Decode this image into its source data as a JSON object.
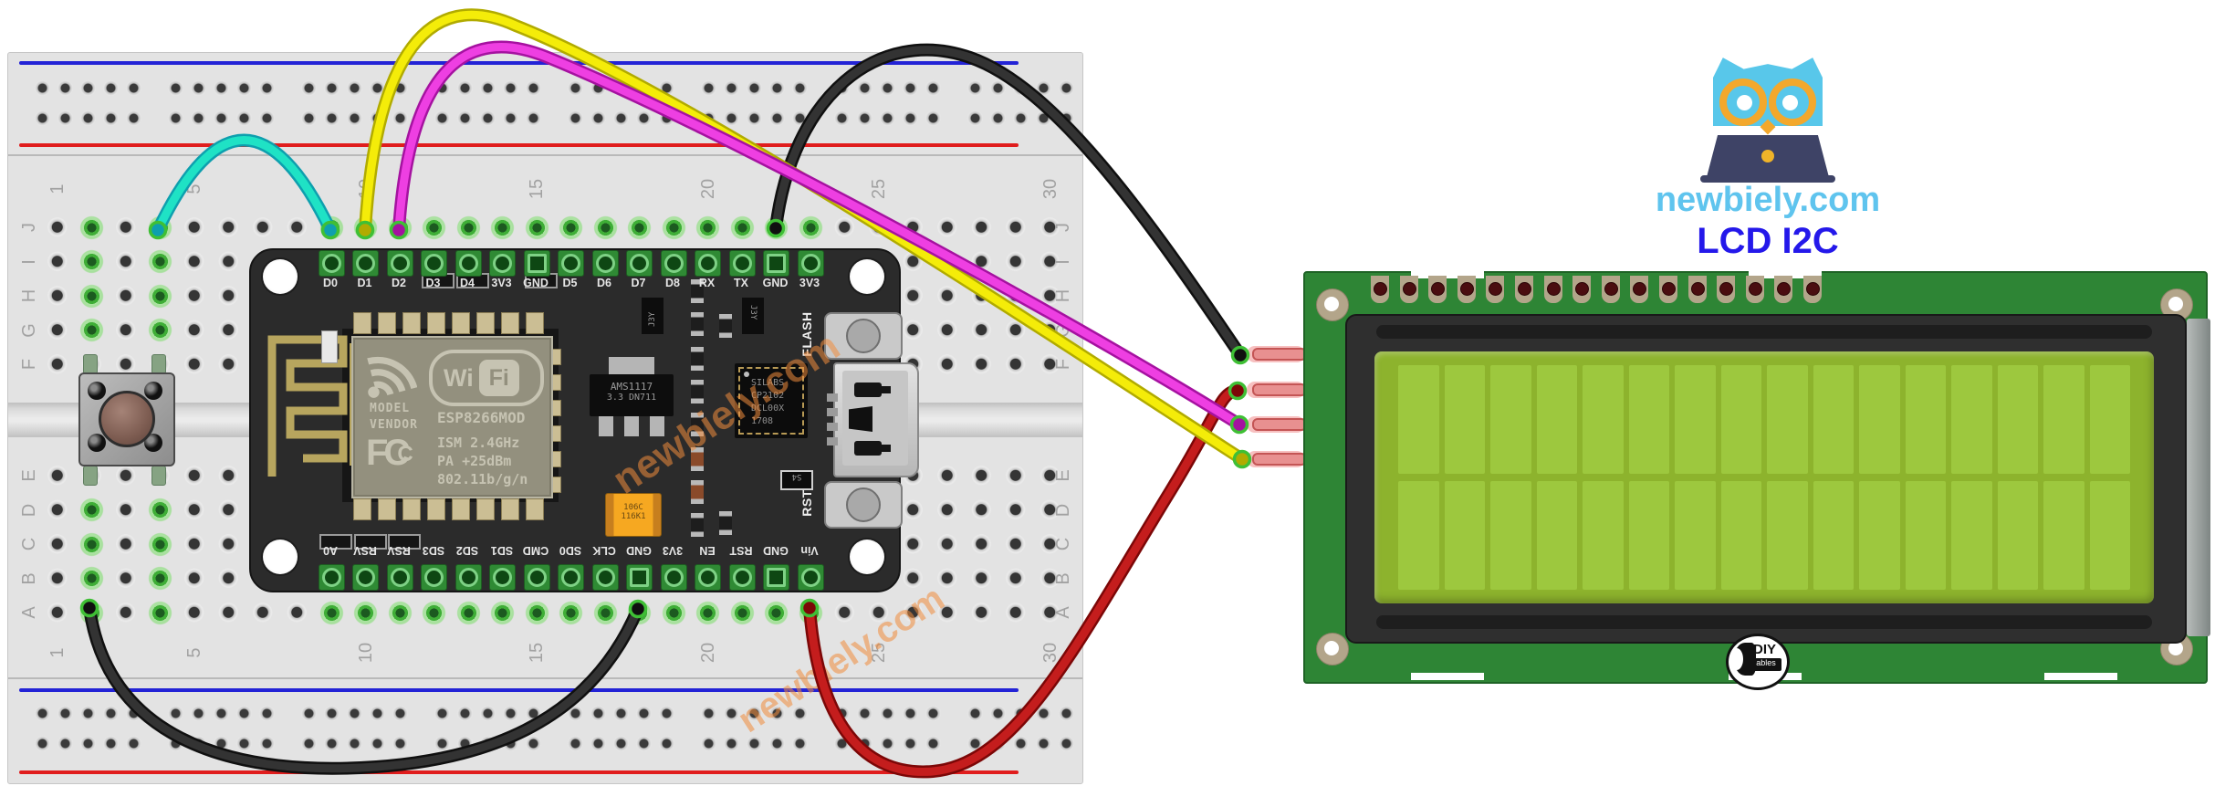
{
  "branding": {
    "site": "newbiely.com",
    "label": "LCD I2C"
  },
  "watermark": {
    "text": "newbiely.com"
  },
  "breadboard": {
    "column_labels": [
      "1",
      "5",
      "10",
      "15",
      "20",
      "25",
      "30"
    ],
    "row_labels_top": [
      "J",
      "I",
      "H",
      "G",
      "F"
    ],
    "row_labels_bottom": [
      "E",
      "D",
      "C",
      "B",
      "A"
    ]
  },
  "nodemcu": {
    "top_pin_labels": [
      "D0",
      "D1",
      "D2",
      "D3",
      "D4",
      "3V3",
      "GND",
      "D5",
      "D6",
      "D7",
      "D8",
      "RX",
      "TX",
      "GND",
      "3V3"
    ],
    "bottom_pin_labels": [
      "A0",
      "RSV",
      "RSV",
      "SD3",
      "SD2",
      "SD1",
      "CMD",
      "SD0",
      "CLK",
      "GND",
      "3V3",
      "EN",
      "RST",
      "GND",
      "Vin"
    ],
    "flash_label": "FLASH",
    "rst_label": "RST",
    "module": {
      "wifi_wi": "Wi",
      "wifi_fi": "Fi",
      "model": "MODEL",
      "vendor": "VENDOR",
      "part": "ESP8266MOD",
      "fcc": "FC",
      "fcc_sub": "C",
      "spec1": "ISM 2.4GHz",
      "spec2": "PA  +25dBm",
      "spec3": "802.11b/g/n"
    },
    "regulator": {
      "line1": "AMS1117",
      "line2": "3.3  DN711"
    },
    "usb_chip": {
      "line1": "SILABS",
      "line2": "CP2102",
      "line3": "DCL00X",
      "line4": "1708"
    },
    "transistor": "J3Y",
    "misc_label": "S4",
    "capacitor": {
      "line1": "106C",
      "line2": "116K1"
    }
  },
  "lcd": {
    "brand_top": "DIY",
    "brand_bottom": "ables",
    "columns": 16,
    "rows": 2
  },
  "wires": [
    {
      "name": "lcd-power",
      "color_name": "red",
      "color": "#c41d1d",
      "outline": "#7c0707",
      "from": "breadboard A23 (Vin)",
      "to": "LCD left pin 2"
    },
    {
      "name": "lcd-ground",
      "color_name": "black",
      "color": "#333333",
      "outline": "#101010",
      "from": "breadboard J22 (GND)",
      "to": "LCD left pin 1"
    },
    {
      "name": "lcd-scl",
      "color_name": "yellow",
      "color": "#f4ec09",
      "outline": "#b1ab00",
      "from": "breadboard J10 (D1)",
      "to": "LCD left pin 4"
    },
    {
      "name": "lcd-sda",
      "color_name": "magenta",
      "color": "#ee3fe2",
      "outline": "#a512a0",
      "from": "breadboard J11 (D2)",
      "to": "LCD left pin 3"
    },
    {
      "name": "button-signal",
      "color_name": "cyan",
      "color": "#1fe2c5",
      "outline": "#0e9fae",
      "from": "breadboard J4 (push button)",
      "to": "breadboard J9 (D0)"
    },
    {
      "name": "button-ground",
      "color_name": "black",
      "color": "#333333",
      "outline": "#101010",
      "from": "breadboard A2 (push button)",
      "to": "breadboard A18 (GND)"
    }
  ]
}
